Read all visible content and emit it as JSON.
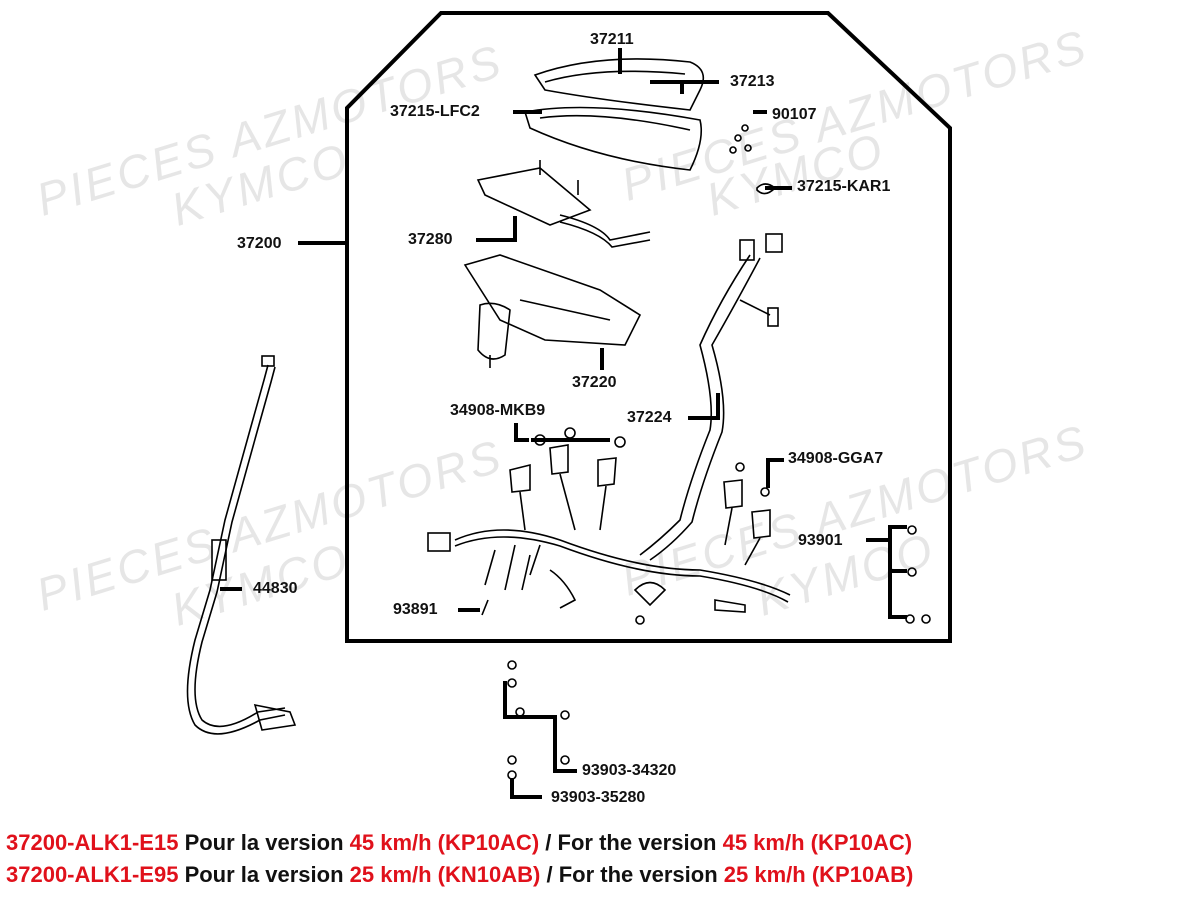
{
  "watermarks": {
    "brand_a": "PIECES AZMOTORS",
    "brand_b": "KYMCO"
  },
  "labels": {
    "p37211": "37211",
    "p37213": "37213",
    "p37215_lfc2": "37215-LFC2",
    "p90107": "90107",
    "p37215_kar1": "37215-KAR1",
    "p37200": "37200",
    "p37280": "37280",
    "p37220": "37220",
    "p37224": "37224",
    "p34908_mkb9": "34908-MKB9",
    "p34908_gga7": "34908-GGA7",
    "p93901": "93901",
    "p44830": "44830",
    "p93891": "93891",
    "p93903_34320": "93903-34320",
    "p93903_35280": "93903-35280"
  },
  "footer": {
    "line1": {
      "code": "37200-ALK1-E15",
      "fr_text": "Pour la version",
      "fr_speed": "45 km/h (KP10AC)",
      "sep": "/",
      "en_text": "For the version",
      "en_speed": "45 km/h (KP10AC)"
    },
    "line2": {
      "code": "37200-ALK1-E95",
      "fr_text": "Pour la version",
      "fr_speed": "25 km/h (KN10AB)",
      "sep": "/",
      "en_text": "For the version",
      "en_speed": "25 km/h (KP10AB)"
    }
  },
  "colors": {
    "highlight": "#e0111b",
    "text": "#111111",
    "watermark": "#e6e6e6"
  }
}
